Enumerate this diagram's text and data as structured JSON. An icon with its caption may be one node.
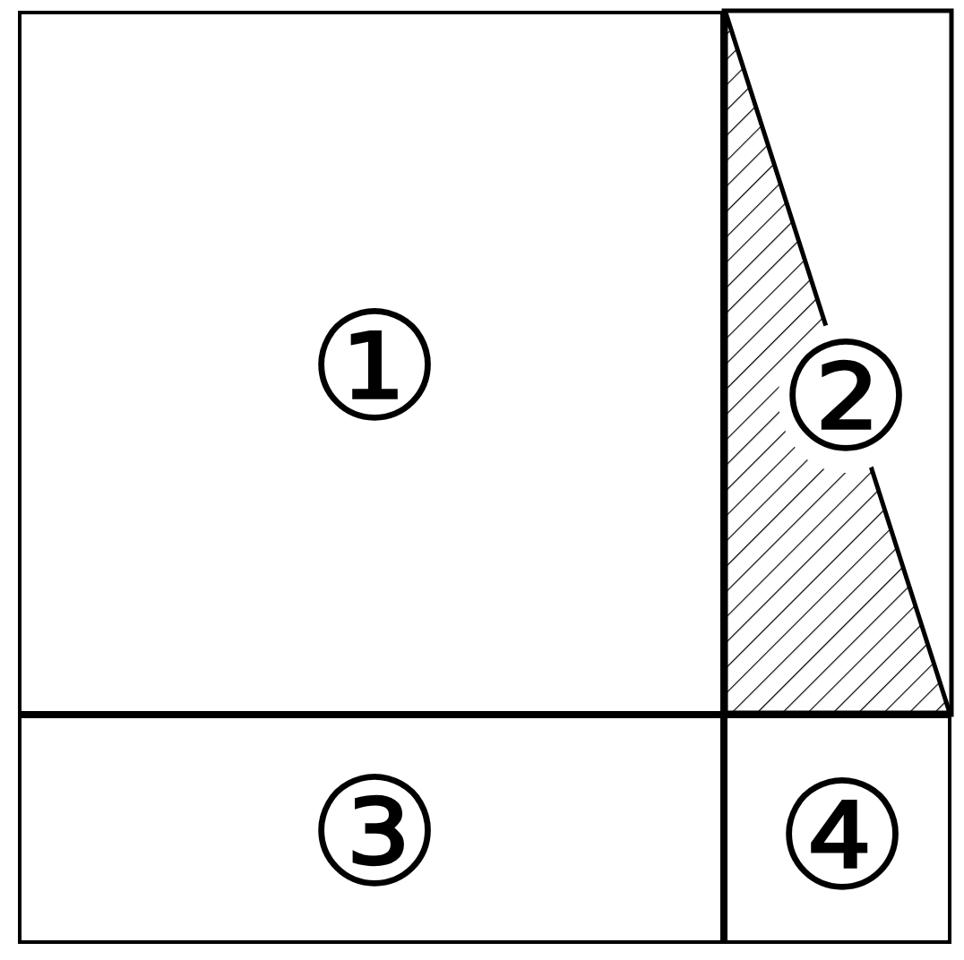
{
  "diagram": {
    "nodes": [
      {
        "text": [
          "①"
        ]
      },
      {
        "text": [
          "②"
        ]
      },
      {
        "text": [
          "③"
        ]
      },
      {
        "text": [
          "④"
        ]
      }
    ]
  }
}
